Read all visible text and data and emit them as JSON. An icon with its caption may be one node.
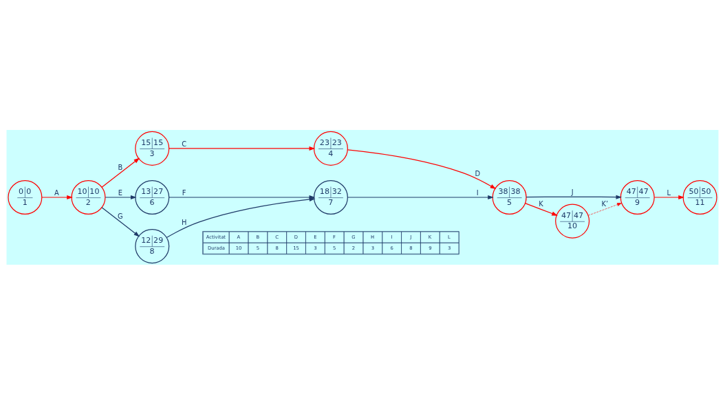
{
  "diagram": {
    "nodes": [
      {
        "text": [
          "0",
          "0",
          "1"
        ]
      },
      {
        "text": [
          "10",
          "10",
          "2"
        ]
      },
      {
        "text": [
          "15",
          "15",
          "3"
        ]
      },
      {
        "text": [
          "23",
          "23",
          "4"
        ]
      },
      {
        "text": [
          "38",
          "38",
          "5"
        ]
      },
      {
        "text": [
          "13",
          "27",
          "6"
        ]
      },
      {
        "text": [
          "18",
          "32",
          "7"
        ]
      },
      {
        "text": [
          "12",
          "29",
          "8"
        ]
      },
      {
        "text": [
          "47",
          "47",
          "9"
        ]
      },
      {
        "text": [
          "47",
          "47",
          "10"
        ]
      },
      {
        "text": [
          "50",
          "50",
          "11"
        ]
      }
    ],
    "edges": [
      {
        "from": 0,
        "to": 1,
        "arrow": "to",
        "label": "A"
      },
      {
        "from": 1,
        "to": 2,
        "arrow": "to",
        "label": "B"
      },
      {
        "from": 1,
        "to": 5,
        "arrow": "to",
        "label": "E",
        "color": "#1f3a68"
      },
      {
        "from": 1,
        "to": 7,
        "arrow": "to",
        "label": "G",
        "color": "#1f3a68"
      },
      {
        "from": 2,
        "to": 3,
        "arrow": "to",
        "label": "C"
      },
      {
        "from": 5,
        "to": 6,
        "arrow": "to",
        "label": "F",
        "color": "#1f3a68"
      },
      {
        "from": 7,
        "to": 6,
        "arrow": "to",
        "label": "H",
        "color": "#1f3a68"
      },
      {
        "from": 3,
        "to": 4,
        "arrow": "to",
        "label": "D"
      },
      {
        "from": 6,
        "to": 4,
        "arrow": "to",
        "label": "I",
        "color": "#1f3a68"
      },
      {
        "from": 4,
        "to": 8,
        "arrow": "to",
        "label": "J",
        "color": "#1f3a68"
      },
      {
        "from": 4,
        "to": 9,
        "arrow": "to",
        "label": "K"
      },
      {
        "from": 9,
        "to": 8,
        "arrow": "to",
        "label": "K’",
        "style": "dashed"
      },
      {
        "from": 8,
        "to": 10,
        "arrow": "to",
        "label": "L"
      }
    ],
    "labels": [
      "Activitat",
      "A",
      "B",
      "C",
      "D",
      "E",
      "F",
      "G",
      "H",
      "I",
      "J",
      "K",
      "L",
      "Durada",
      "10",
      "5",
      "8",
      "15",
      "3",
      "5",
      "2",
      "3",
      "6",
      "8",
      "9",
      "3"
    ]
  }
}
